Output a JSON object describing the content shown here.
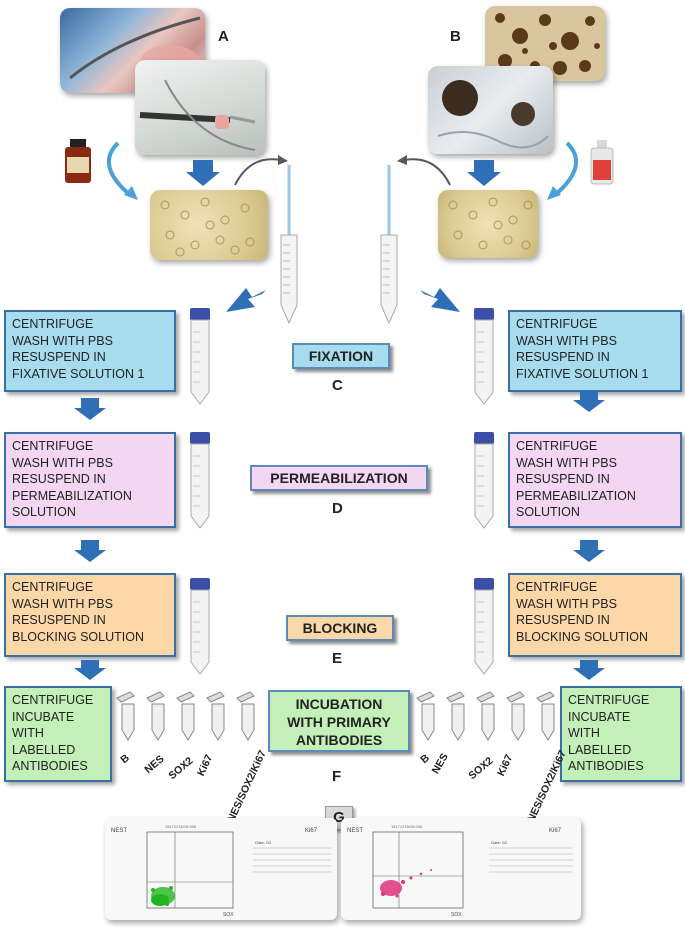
{
  "panels": {
    "a": "A",
    "b": "B",
    "c": "C",
    "d": "D",
    "e": "E",
    "f": "F",
    "g": "G"
  },
  "steps": {
    "fixation": {
      "label": "FIXATION",
      "lines": [
        "CENTRIFUGE",
        "WASH WITH PBS",
        "RESUSPEND IN",
        "FIXATIVE SOLUTION 1"
      ],
      "lines_right": [
        "CENTRIFUGE",
        "WASH WITH PBS",
        "RESUSPEND IN",
        "FIXATIVE  SOLUTION  1"
      ]
    },
    "permeabilization": {
      "label": "PERMEABILIZATION",
      "lines": [
        "CENTRIFUGE",
        "WASH WITH PBS",
        "RESUSPEND IN",
        "PERMEABILIZATION",
        "SOLUTION"
      ]
    },
    "blocking": {
      "label": "BLOCKING",
      "lines": [
        "CENTRIFUGE",
        "WASH WITH PBS",
        "RESUSPEND IN",
        "BLOCKING SOLUTION"
      ]
    },
    "incubation": {
      "label_lines": [
        "INCUBATION",
        "WITH PRIMARY",
        "ANTIBODIES"
      ],
      "lines": [
        "CENTRIFUGE",
        "INCUBATE",
        "WITH",
        "LABELLED",
        "ANTIBODIES"
      ]
    }
  },
  "tube_labels": [
    "B",
    "NES",
    "SOX2",
    "Ki67",
    "NES/SOX2/Ki67"
  ],
  "flow_plots": {
    "left": {
      "ylabel": "NEST",
      "xlabel": "SOX",
      "right_label": "Ki67",
      "header": "15171216/15.006",
      "stats_title": "Gate: G2"
    },
    "right": {
      "ylabel": "NEST",
      "xlabel": "SOX",
      "right_label": "Ki67",
      "header": "15171216/15.006",
      "stats_title": "Gate: G2"
    }
  },
  "colors": {
    "box_blue": "#a6dcee",
    "box_pink": "#f2d6f2",
    "box_orange": "#fcd7a8",
    "box_green": "#c3f0b8",
    "arrow_blue": "#2f6fb6",
    "dots_left": "#22b422",
    "dots_right": "#e0337a"
  },
  "icons": [
    "reagent-bottle-icon",
    "media-flask-icon",
    "conical-tube-icon",
    "pipette-icon",
    "microtube-icon",
    "curved-arrow-icon"
  ]
}
